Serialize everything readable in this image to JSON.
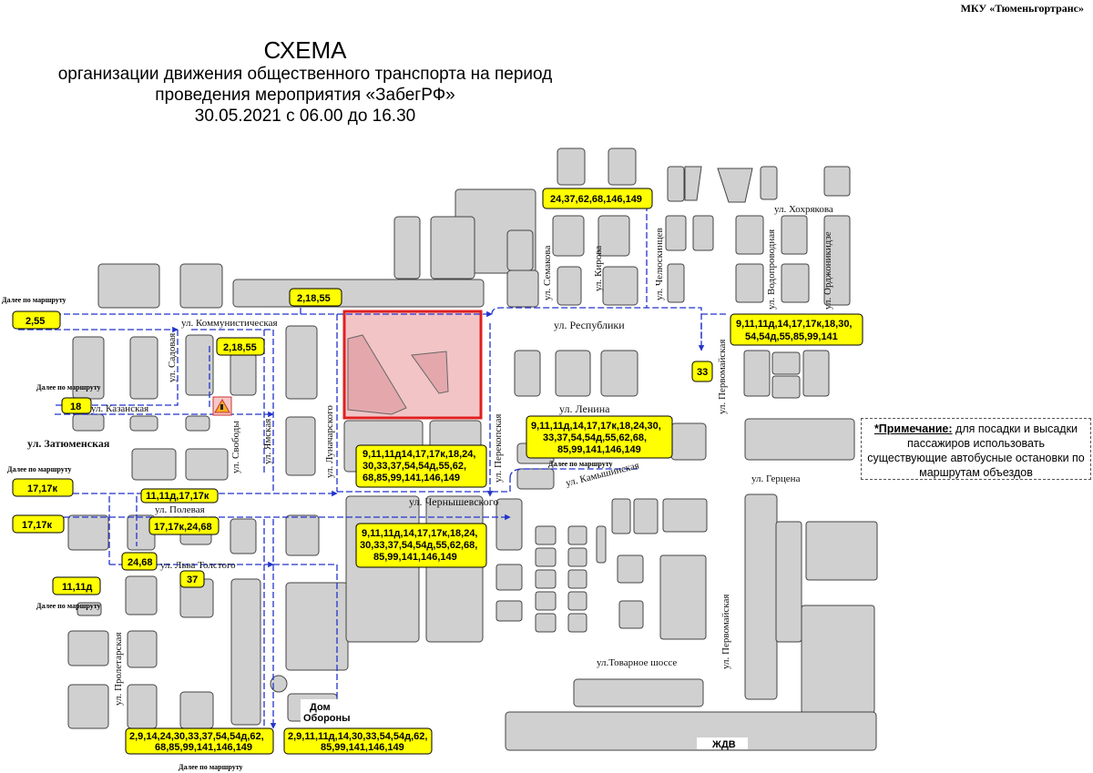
{
  "header": {
    "org": "МКУ «Тюменьгортранс»",
    "title": "СХЕМА",
    "subtitle_1": "организации движения общественного транспорта на период",
    "subtitle_2": "проведения мероприятия «ЗабегРФ»",
    "subtitle_3": "30.05.2021 с 06.00 до 16.30"
  },
  "note": {
    "label": "*Примечание:",
    "text": " для посадки и высадки пассажиров использовать существующие автобусные остановки по маршрутам объездов"
  },
  "streets": {
    "kommunisticheskaya": "ул. Коммунистическая",
    "sadovaya": "ул. Садовая",
    "kazanskaya": "ул. Казанская",
    "zatyumenskaya": "ул. Затюменская",
    "svobody": "ул. Свободы",
    "yamskaya": "ул. Ямская",
    "lunacharskogo": "ул. Луначарского",
    "polevaya": "ул. Полевая",
    "lva_tolstogo": "ул. Льва Толстого",
    "proletarskaya": "ул. Пролетарская",
    "chernyshevskogo": "ул. Чернышевского",
    "perekopskaya": "ул. Перекопская",
    "respubliki": "ул. Республики",
    "lenina": "ул. Ленина",
    "semakova": "ул. Семакова",
    "kirova": "ул. Кирова",
    "chelyuskintsev": "ул. Челюскинцев",
    "pervomayskaya": "ул. Первомайская",
    "vodoprovodnaya": "ул. Водопроводная",
    "ordzhonikidze": "ул. Орджоникидзе",
    "khokhryakova": "ул. Хохрякова",
    "gertsena": "ул. Герцена",
    "kamyshinskaya": "ул. Камышинская",
    "tovarnoe": "ул.Товарное шоссе",
    "pervomayskaya_2": "ул. Первомайская",
    "zhdv": "ЖДВ",
    "dom_oborony": "Дом",
    "dom_oborony_2": "Обороны"
  },
  "further": {
    "f1": "Далее по маршруту",
    "f2": "Далее по маршруту",
    "f3": "Далее по маршруту",
    "f4": "Далее по маршруту",
    "f5": "Далее по маршруту",
    "f6": "Далее по маршруту"
  },
  "routes": {
    "r_top_center": "24,37,62,68,146,149",
    "r_2_18_55_a": "2,18,55",
    "r_2_18_55_b": "2,18,55",
    "r_2_55": "2,55",
    "r_18": "18",
    "r_33": "33",
    "r_right": [
      "9,11,11д,14,17,17к,18,30,",
      "54,54д,55,85,99,141"
    ],
    "r_lenina": [
      "9,11,11д,14,17,17к,18,24,30,",
      "33,37,54,54д,55,62,68,",
      "85,99,141,146,149"
    ],
    "r_chern": [
      "9,11,11д14,17,17к,18,24,",
      "30,33,37,54,54д,55,62,",
      "68,85,99,141,146,149"
    ],
    "r_bottom_center": [
      "9,11,11д,14,17,17к,18,24,",
      "30,33,37,54,54д,55,62,68,",
      "85,99,141,146,149"
    ],
    "r_17_17k_a": "17,17к",
    "r_17_17k_b": "17,17к",
    "r_11_11d_17": "11,11д,17,17к",
    "r_17_24_68": "17,17к,24,68",
    "r_24_68": "24,68",
    "r_37": "37",
    "r_11_11d": "11,11д",
    "r_bottom_left": [
      "2,9,14,24,30,33,37,54,54д,62,",
      "68,85,99,141,146,149"
    ],
    "r_bottom_mid": [
      "2,9,11,11д,14,30,33,54,54д,62,",
      "85,99,141,146,149"
    ]
  },
  "colors": {
    "route_box": "#ffff00",
    "route_line": "#2233cc",
    "block": "#d0d0d0",
    "event_zone": "#e02020"
  },
  "icons": {
    "roadworks": "roadworks-sign-icon"
  }
}
